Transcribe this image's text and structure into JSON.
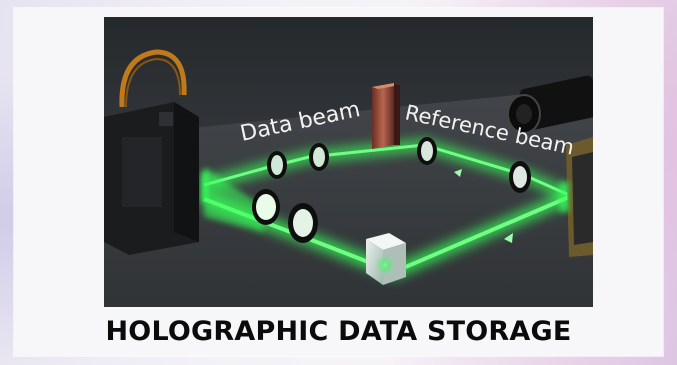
{
  "image": {
    "labels": {
      "data_beam": "Data beam",
      "reference_beam": "Reference beam"
    },
    "colors": {
      "beam": "#39ff5a",
      "surface": "#3a3d40",
      "background": "#2b2e31"
    }
  },
  "caption": "HOLOGRAPHIC DATA STORAGE"
}
